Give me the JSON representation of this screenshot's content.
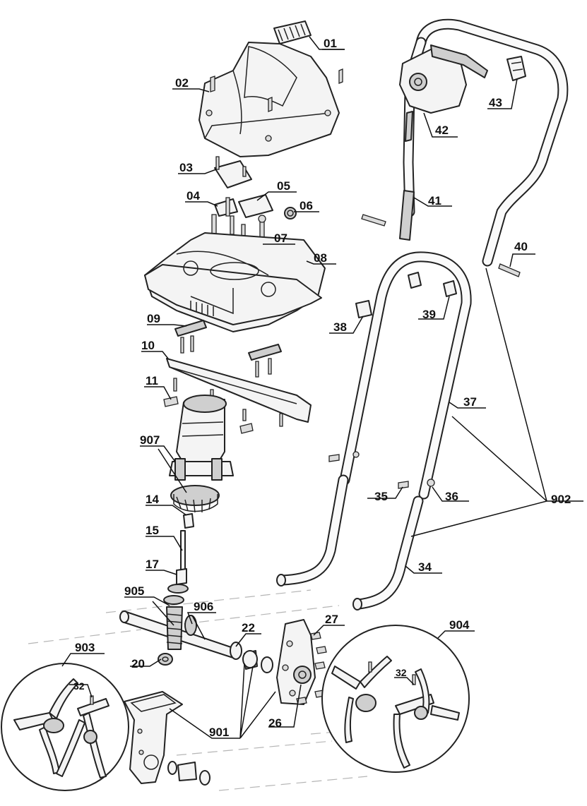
{
  "labels": {
    "p01": "01",
    "p02": "02",
    "p03": "03",
    "p04": "04",
    "p05": "05",
    "p06": "06",
    "p07": "07",
    "p08": "08",
    "p09": "09",
    "p10": "10",
    "p11": "11",
    "p907": "907",
    "p14": "14",
    "p15": "15",
    "p17": "17",
    "p905": "905",
    "p906": "906",
    "p20": "20",
    "p22": "22",
    "p27": "27",
    "p26": "26",
    "p901": "901",
    "p903": "903",
    "p904": "904",
    "p32a": "32",
    "p32b": "32",
    "p34": "34",
    "p35": "35",
    "p36": "36",
    "p37": "37",
    "p38": "38",
    "p39": "39",
    "p40": "40",
    "p41": "41",
    "p42": "42",
    "p43": "43",
    "p902": "902"
  }
}
